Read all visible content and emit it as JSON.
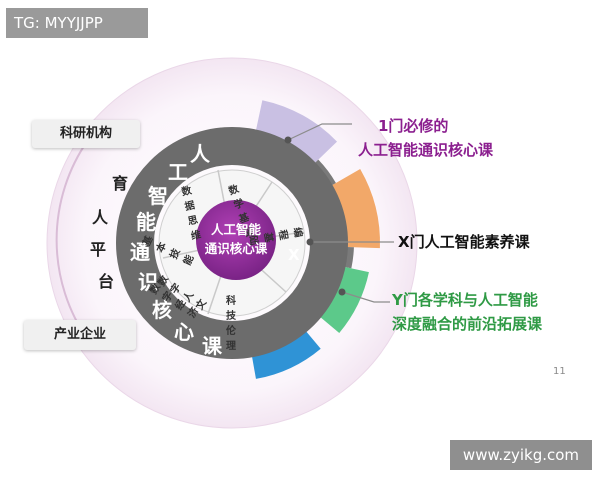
{
  "watermarks": {
    "top_left": "TG: MYYJJPP",
    "bottom_right": "www.zyikg.com"
  },
  "page_number": "11",
  "left_labels": {
    "research": "科研机构",
    "industry": "产业企业"
  },
  "platform_chars": [
    "育",
    "人",
    "平",
    "台"
  ],
  "center": {
    "line1": "人工智能",
    "line2": "通识核心课"
  },
  "outer_ring_chars": [
    "人",
    "工",
    "智",
    "能",
    "通",
    "识",
    "核",
    "心",
    "课"
  ],
  "segments": [
    {
      "label": "数据思维"
    },
    {
      "label": "数学基础"
    },
    {
      "label": "编程基础"
    },
    {
      "label": "科技伦理"
    },
    {
      "label_line1": "数字人文",
      "label_line2": "数字经济"
    },
    {
      "label": "基本技能"
    }
  ],
  "x_mark": "X",
  "callouts": [
    {
      "line1": "1门必修的",
      "line2": "人工智能通识核心课",
      "color": "#8b1f8f"
    },
    {
      "line1": "X门人工智能素养课",
      "color": "#111111"
    },
    {
      "line1": "Y门各学科与人工智能",
      "line2": "深度融合的前沿拓展课",
      "color": "#2f9a45"
    }
  ],
  "colors": {
    "lavender": "#c9c0e3",
    "orange": "#f2a869",
    "green": "#5cc98a",
    "blue": "#2f93d6",
    "ring_gray": "#6c6c6c",
    "center_purple": "#8a2f93"
  }
}
